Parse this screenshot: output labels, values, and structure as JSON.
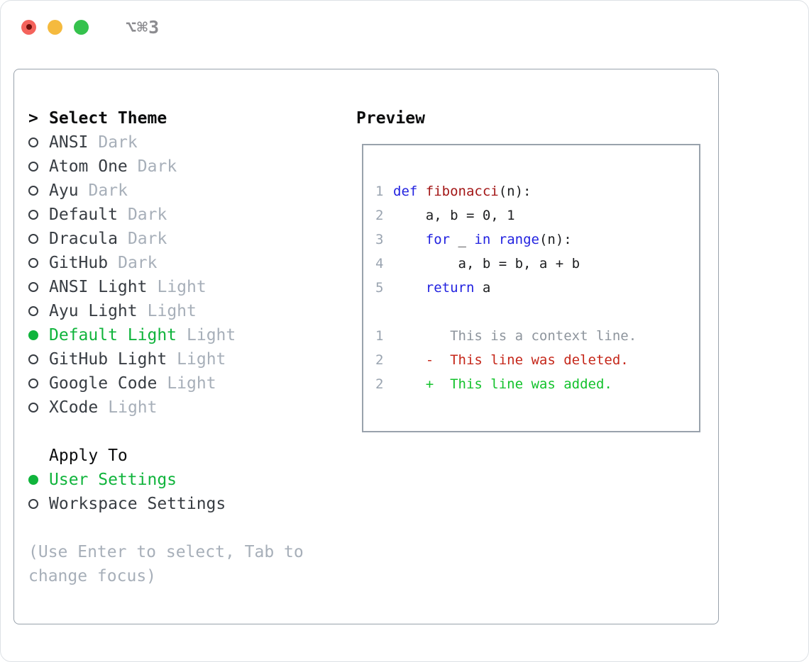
{
  "window": {
    "title": "⌥⌘3"
  },
  "colors": {
    "accent": "#10b43c",
    "muted": "#a7afb9",
    "dark": "#383d43",
    "heading": "#0c0d0e",
    "border": "#99a2ac",
    "title_gray": "#8c8c90",
    "tl_red": "#f4635c",
    "tl_red_dot": "#6f100c",
    "tl_yellow": "#f5ba3e",
    "tl_green": "#35c24d",
    "kw": "#2222e0",
    "fn": "#a31717",
    "pl": "#1d1e20",
    "ctx": "#8e959d",
    "del": "#c5271a",
    "add": "#13c22c",
    "num": "#9aa4b0"
  },
  "panel": {
    "select_theme": {
      "prompt": ">",
      "header": "Select Theme",
      "themes": [
        {
          "name": "ANSI",
          "variant": "Dark",
          "selected": false
        },
        {
          "name": "Atom One",
          "variant": "Dark",
          "selected": false
        },
        {
          "name": "Ayu",
          "variant": "Dark",
          "selected": false
        },
        {
          "name": "Default",
          "variant": "Dark",
          "selected": false
        },
        {
          "name": "Dracula",
          "variant": "Dark",
          "selected": false
        },
        {
          "name": "GitHub",
          "variant": "Dark",
          "selected": false
        },
        {
          "name": "ANSI Light",
          "variant": "Light",
          "selected": false
        },
        {
          "name": "Ayu Light",
          "variant": "Light",
          "selected": false
        },
        {
          "name": "Default Light",
          "variant": "Light",
          "selected": true
        },
        {
          "name": "GitHub Light",
          "variant": "Light",
          "selected": false
        },
        {
          "name": "Google Code",
          "variant": "Light",
          "selected": false
        },
        {
          "name": "XCode",
          "variant": "Light",
          "selected": false
        }
      ]
    },
    "apply_to": {
      "header": "Apply To",
      "options": [
        {
          "label": "User Settings",
          "selected": true
        },
        {
          "label": "Workspace Settings",
          "selected": false
        }
      ]
    },
    "hint_lines": [
      "(Use Enter to select, Tab to",
      "change focus)"
    ]
  },
  "preview": {
    "title": "Preview",
    "code_lines": [
      {
        "num": "1",
        "segments": [
          {
            "t": "def",
            "c": "kw"
          },
          {
            "t": " ",
            "c": "pl"
          },
          {
            "t": "fibonacci",
            "c": "fn"
          },
          {
            "t": "(n):",
            "c": "pl"
          }
        ]
      },
      {
        "num": "2",
        "segments": [
          {
            "t": "    a, b = 0, 1",
            "c": "pl"
          }
        ]
      },
      {
        "num": "3",
        "segments": [
          {
            "t": "    ",
            "c": "pl"
          },
          {
            "t": "for",
            "c": "kw"
          },
          {
            "t": " _ ",
            "c": "pl"
          },
          {
            "t": "in",
            "c": "kw"
          },
          {
            "t": " ",
            "c": "pl"
          },
          {
            "t": "range",
            "c": "kw"
          },
          {
            "t": "(n):",
            "c": "pl"
          }
        ]
      },
      {
        "num": "4",
        "segments": [
          {
            "t": "        a, b = b, a + b",
            "c": "pl"
          }
        ]
      },
      {
        "num": "5",
        "segments": [
          {
            "t": "    ",
            "c": "pl"
          },
          {
            "t": "return",
            "c": "kw"
          },
          {
            "t": " a",
            "c": "pl"
          }
        ]
      },
      {
        "num": "",
        "segments": []
      },
      {
        "num": "1",
        "segments": [
          {
            "t": "       This is a context line.",
            "c": "ctx"
          }
        ]
      },
      {
        "num": "2",
        "segments": [
          {
            "t": "    ",
            "c": "pl"
          },
          {
            "t": "-  This line was deleted.",
            "c": "del"
          }
        ]
      },
      {
        "num": "2",
        "segments": [
          {
            "t": "    ",
            "c": "pl"
          },
          {
            "t": "+  This line was added.",
            "c": "add"
          }
        ]
      }
    ]
  }
}
